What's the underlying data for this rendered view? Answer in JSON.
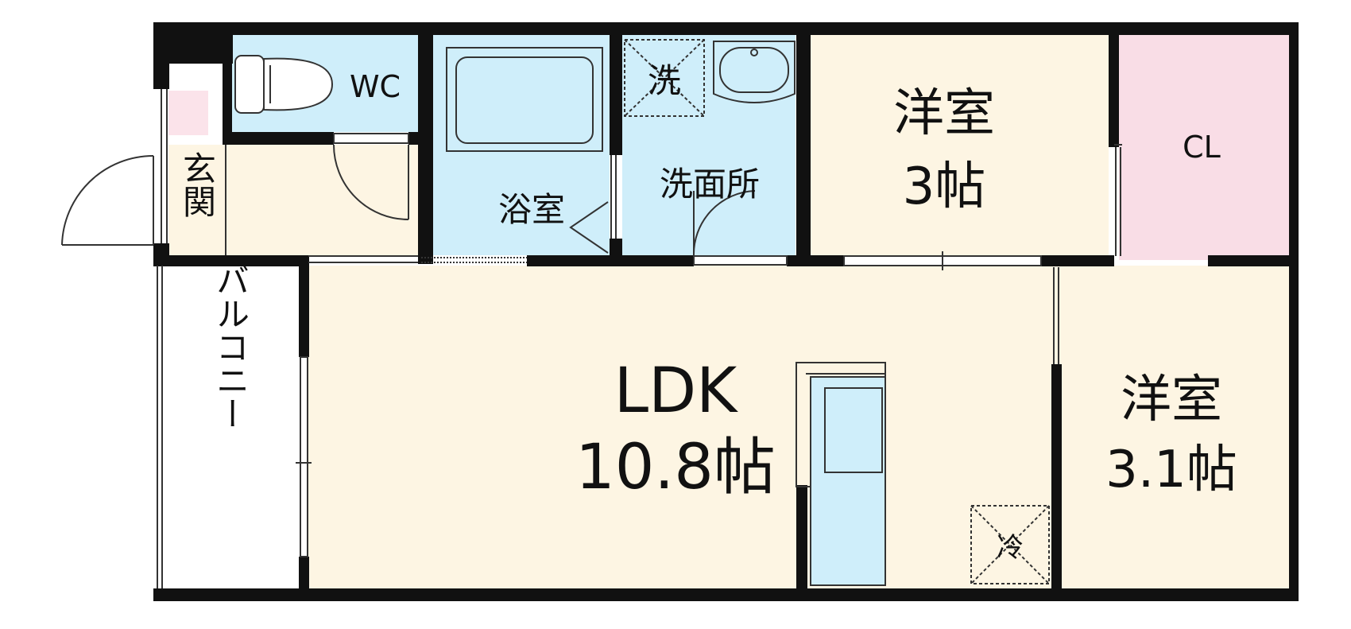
{
  "floorplan": {
    "rooms": {
      "ldk": {
        "name": "LDK",
        "size": "10.8帖"
      },
      "western_a": {
        "name": "洋室",
        "size": "3帖"
      },
      "western_b": {
        "name": "洋室",
        "size": "3.1帖"
      },
      "closet": {
        "name": "CL"
      },
      "wc": {
        "name": "WC"
      },
      "bath": {
        "name": "浴室"
      },
      "washroom": {
        "name": "洗面所"
      },
      "entrance": {
        "name": "玄関"
      },
      "balcony": {
        "name": "バルコニー"
      }
    },
    "symbols": {
      "washer": "洗",
      "fridge": "冷"
    },
    "colors": {
      "wall": "#111111",
      "living_floor": "#fdf5e3",
      "wet_area": "#cfeefa",
      "closet": "#f9dde6",
      "entrance_step": "#fbe3ea"
    }
  }
}
